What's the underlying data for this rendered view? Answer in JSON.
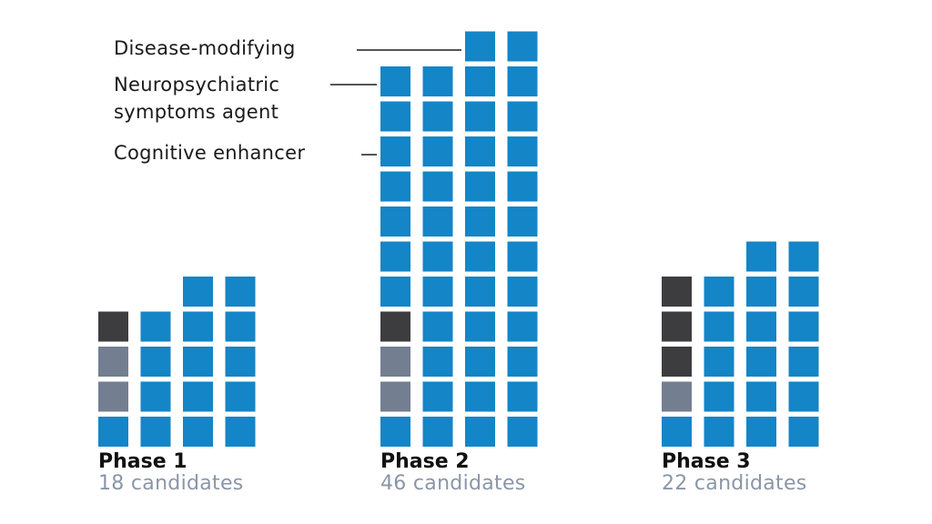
{
  "colors": {
    "disease_modifying": "#1485c6",
    "neuropsychiatric": "#3d3d40",
    "cognitive_enhancer": "#737f91"
  },
  "legend": {
    "disease_modifying": "Disease-modifying",
    "neuropsychiatric_line1": "Neuropsychiatric",
    "neuropsychiatric_line2": "symptoms agent",
    "cognitive_enhancer": "Cognitive enhancer"
  },
  "chart_data": {
    "type": "unit",
    "series": [
      {
        "name": "Disease-modifying",
        "color": "#1485c6"
      },
      {
        "name": "Neuropsychiatric symptoms agent",
        "color": "#3d3d40"
      },
      {
        "name": "Cognitive enhancer",
        "color": "#737f91"
      }
    ],
    "categories": [
      "Phase 1",
      "Phase 2",
      "Phase 3"
    ],
    "phases": [
      {
        "name": "Phase 1",
        "total_label": "18 candidates",
        "total": 18,
        "disease_modifying": 15,
        "neuropsychiatric": 1,
        "cognitive_enhancer": 2
      },
      {
        "name": "Phase 2",
        "total_label": "46 candidates",
        "total": 46,
        "disease_modifying": 43,
        "neuropsychiatric": 1,
        "cognitive_enhancer": 2
      },
      {
        "name": "Phase 3",
        "total_label": "22 candidates",
        "total": 22,
        "disease_modifying": 18,
        "neuropsychiatric": 3,
        "cognitive_enhancer": 1
      }
    ]
  }
}
